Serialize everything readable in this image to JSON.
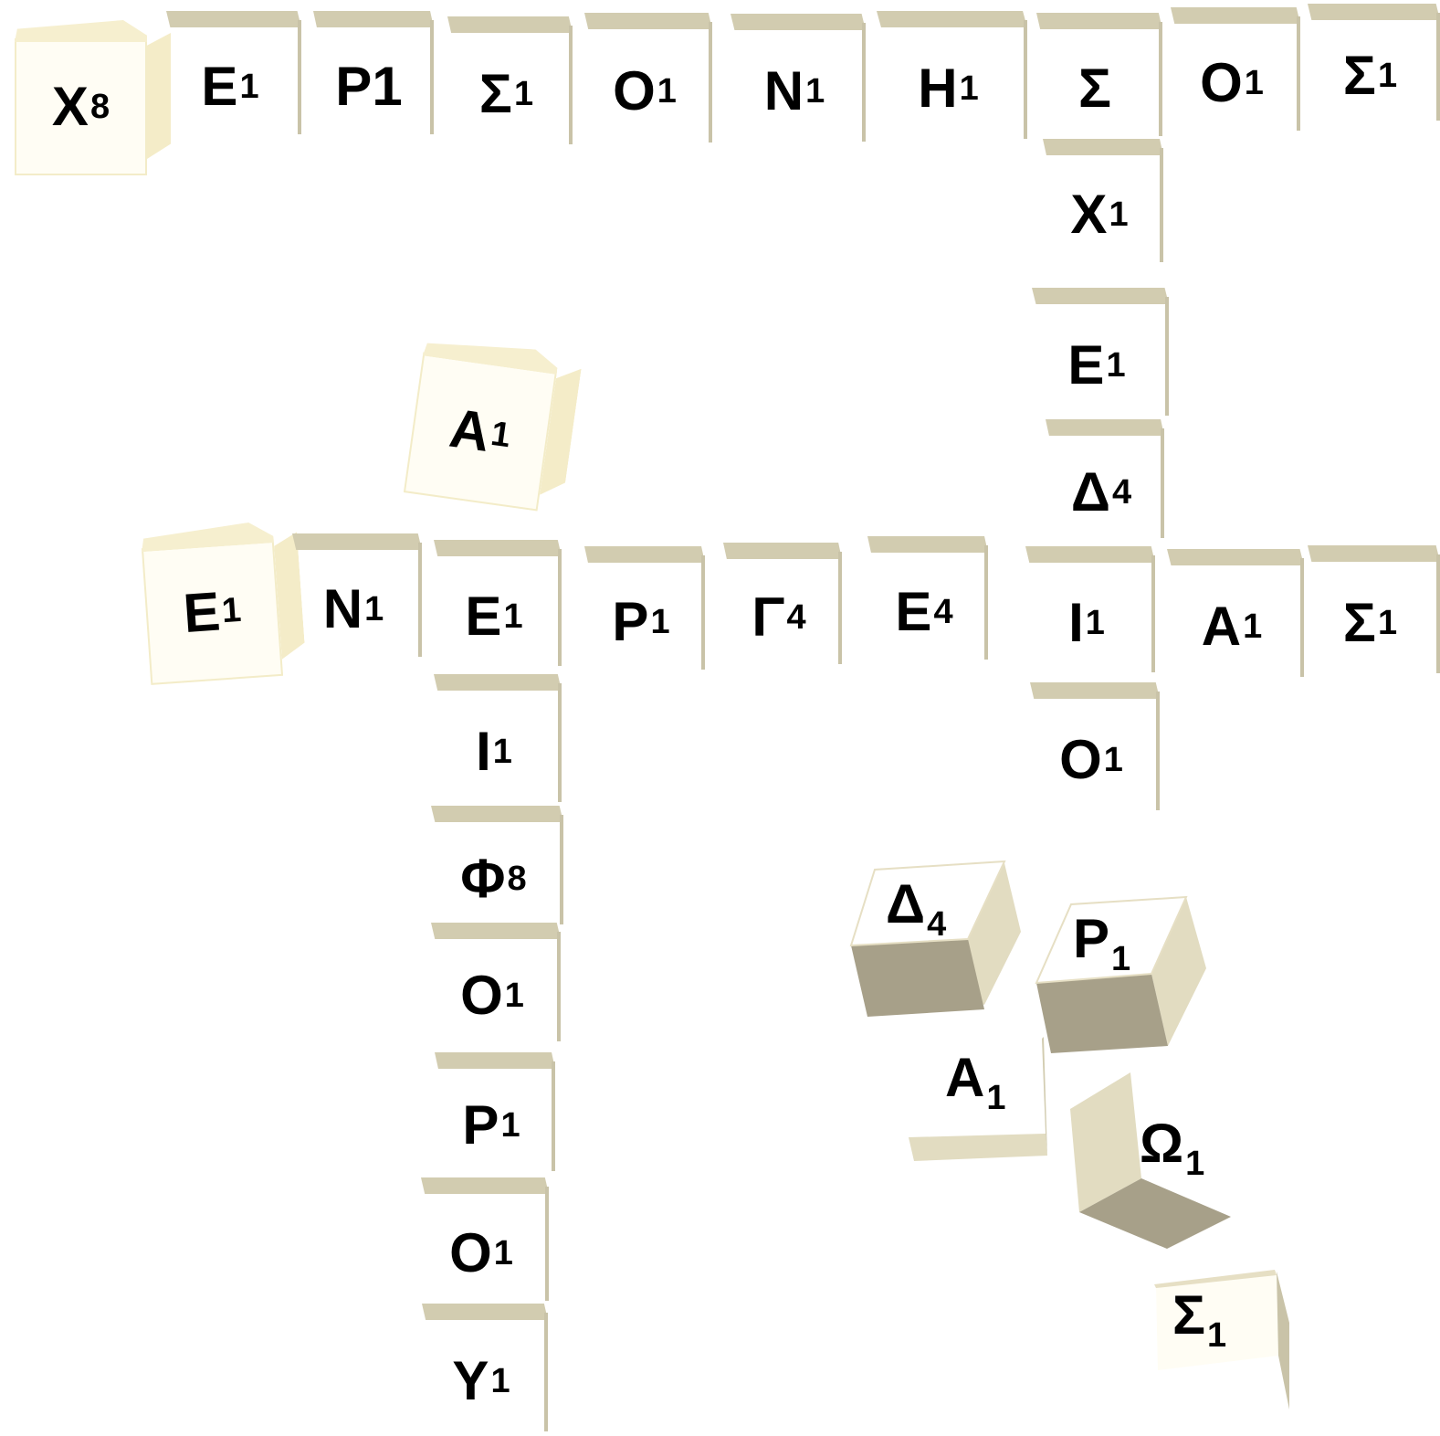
{
  "tiles_row_top": [
    {
      "letter": "Χ",
      "pts": "8"
    },
    {
      "letter": "Ε",
      "pts": "1"
    },
    {
      "letter": "Ρ1",
      "pts": ""
    },
    {
      "letter": "Σ",
      "pts": "1"
    },
    {
      "letter": "Ο",
      "pts": "1"
    },
    {
      "letter": "Ν",
      "pts": "1"
    },
    {
      "letter": "Η",
      "pts": "1"
    },
    {
      "letter": "Σ",
      "pts": ""
    },
    {
      "letter": "Ο",
      "pts": "1"
    },
    {
      "letter": "Σ",
      "pts": "1"
    }
  ],
  "tiles_col_right": [
    {
      "letter": "Χ",
      "pts": "1"
    },
    {
      "letter": "Ε",
      "pts": "1"
    },
    {
      "letter": "Δ",
      "pts": "4"
    }
  ],
  "tile_floating_a": {
    "letter": "Α",
    "pts": "1"
  },
  "tiles_row_mid": [
    {
      "letter": "Ε",
      "pts": "1"
    },
    {
      "letter": "Ν",
      "pts": "1"
    },
    {
      "letter": "Ε",
      "pts": "1"
    },
    {
      "letter": "Ρ",
      "pts": "1"
    },
    {
      "letter": "Γ",
      "pts": "4"
    },
    {
      "letter": "Ε",
      "pts": "4"
    },
    {
      "letter": "Ι",
      "pts": "1"
    },
    {
      "letter": "Α",
      "pts": "1"
    },
    {
      "letter": "Σ",
      "pts": "1"
    }
  ],
  "tile_below_i": {
    "letter": "Ο",
    "pts": "1"
  },
  "tiles_col_left": [
    {
      "letter": "Ι",
      "pts": "1"
    },
    {
      "letter": "Φ",
      "pts": "8"
    },
    {
      "letter": "Ο",
      "pts": "1"
    },
    {
      "letter": "Ρ",
      "pts": "1"
    },
    {
      "letter": "Ο",
      "pts": "1"
    },
    {
      "letter": "Υ",
      "pts": "1"
    }
  ],
  "tumbled_tiles": [
    {
      "letter": "Δ",
      "pts": "4"
    },
    {
      "letter": "Ρ",
      "pts": "1"
    },
    {
      "letter": "Α",
      "pts": "1"
    },
    {
      "letter": "Ω",
      "pts": "1"
    },
    {
      "letter": "Σ",
      "pts": "1"
    }
  ]
}
